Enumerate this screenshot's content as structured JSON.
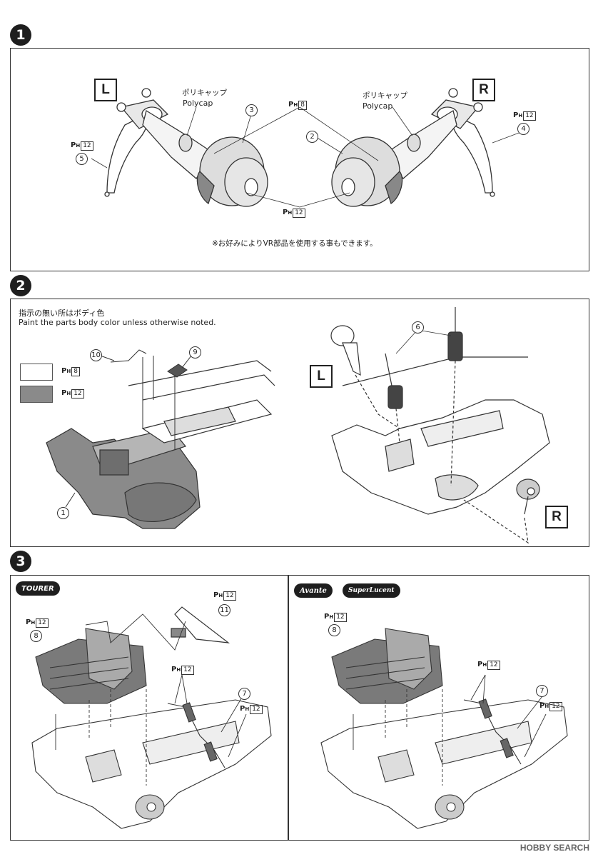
{
  "steps": {
    "s1": {
      "number": "1",
      "left_label": "L",
      "right_label": "R",
      "polycap_jp": "ポリキャップ",
      "polycap_en": "Polycap",
      "note": "※お好みによりVR部品を使用する事もできます。",
      "parts": [
        "3",
        "2",
        "4",
        "5"
      ],
      "ph": [
        "8",
        "12",
        "12",
        "12"
      ]
    },
    "s2": {
      "number": "2",
      "paint_note_jp": "指示の無い所はボディ色",
      "paint_note_en": "Paint the parts body color unless otherwise noted.",
      "legend": [
        {
          "ph": "8",
          "color": "#ffffff"
        },
        {
          "ph": "12",
          "color": "#8a8a8a"
        }
      ],
      "parts": [
        "10",
        "9",
        "1",
        "6"
      ],
      "left_label": "L",
      "right_label": "R"
    },
    "s3": {
      "number": "3",
      "left_variant": "TOURER",
      "right_variant_a": "Avante",
      "right_variant_b": "SuperLucent",
      "parts": [
        "8",
        "11",
        "7",
        "8",
        "7"
      ],
      "ph": [
        "12",
        "12",
        "12",
        "12",
        "12",
        "12",
        "12"
      ]
    }
  },
  "ph_prefix": "P",
  "ph_sub": "H",
  "footer": "HOBBY SEARCH",
  "colors": {
    "dark": "#1e1e1e",
    "grey_part": "#8a8a8a",
    "light_part": "#d8d8d8"
  }
}
